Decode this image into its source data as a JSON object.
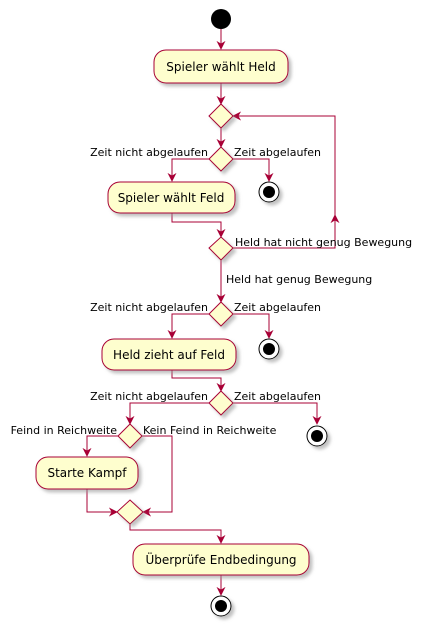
{
  "colors": {
    "line": "#A80036",
    "fill": "#FEFECE",
    "shadow": "#C9C9C9",
    "node": "#000000"
  },
  "activities": {
    "choose_hero": "Spieler wählt Held",
    "choose_field": "Spieler wählt Feld",
    "hero_moves": "Held zieht auf Feld",
    "start_fight": "Starte Kampf",
    "check_end": "Überprüfe Endbedingung"
  },
  "labels": {
    "not_expired_1": "Zeit nicht abgelaufen",
    "expired_1": "Zeit abgelaufen",
    "not_enough_move": "Held hat nicht genug Bewegung",
    "enough_move": "Held hat genug Bewegung",
    "not_expired_2": "Zeit nicht abgelaufen",
    "expired_2": "Zeit abgelaufen",
    "not_expired_3": "Zeit nicht abgelaufen",
    "expired_3": "Zeit abgelaufen",
    "enemy_in_range": "Feind in Reichweite",
    "no_enemy_in_range": "Kein Feind in Reichweite"
  }
}
